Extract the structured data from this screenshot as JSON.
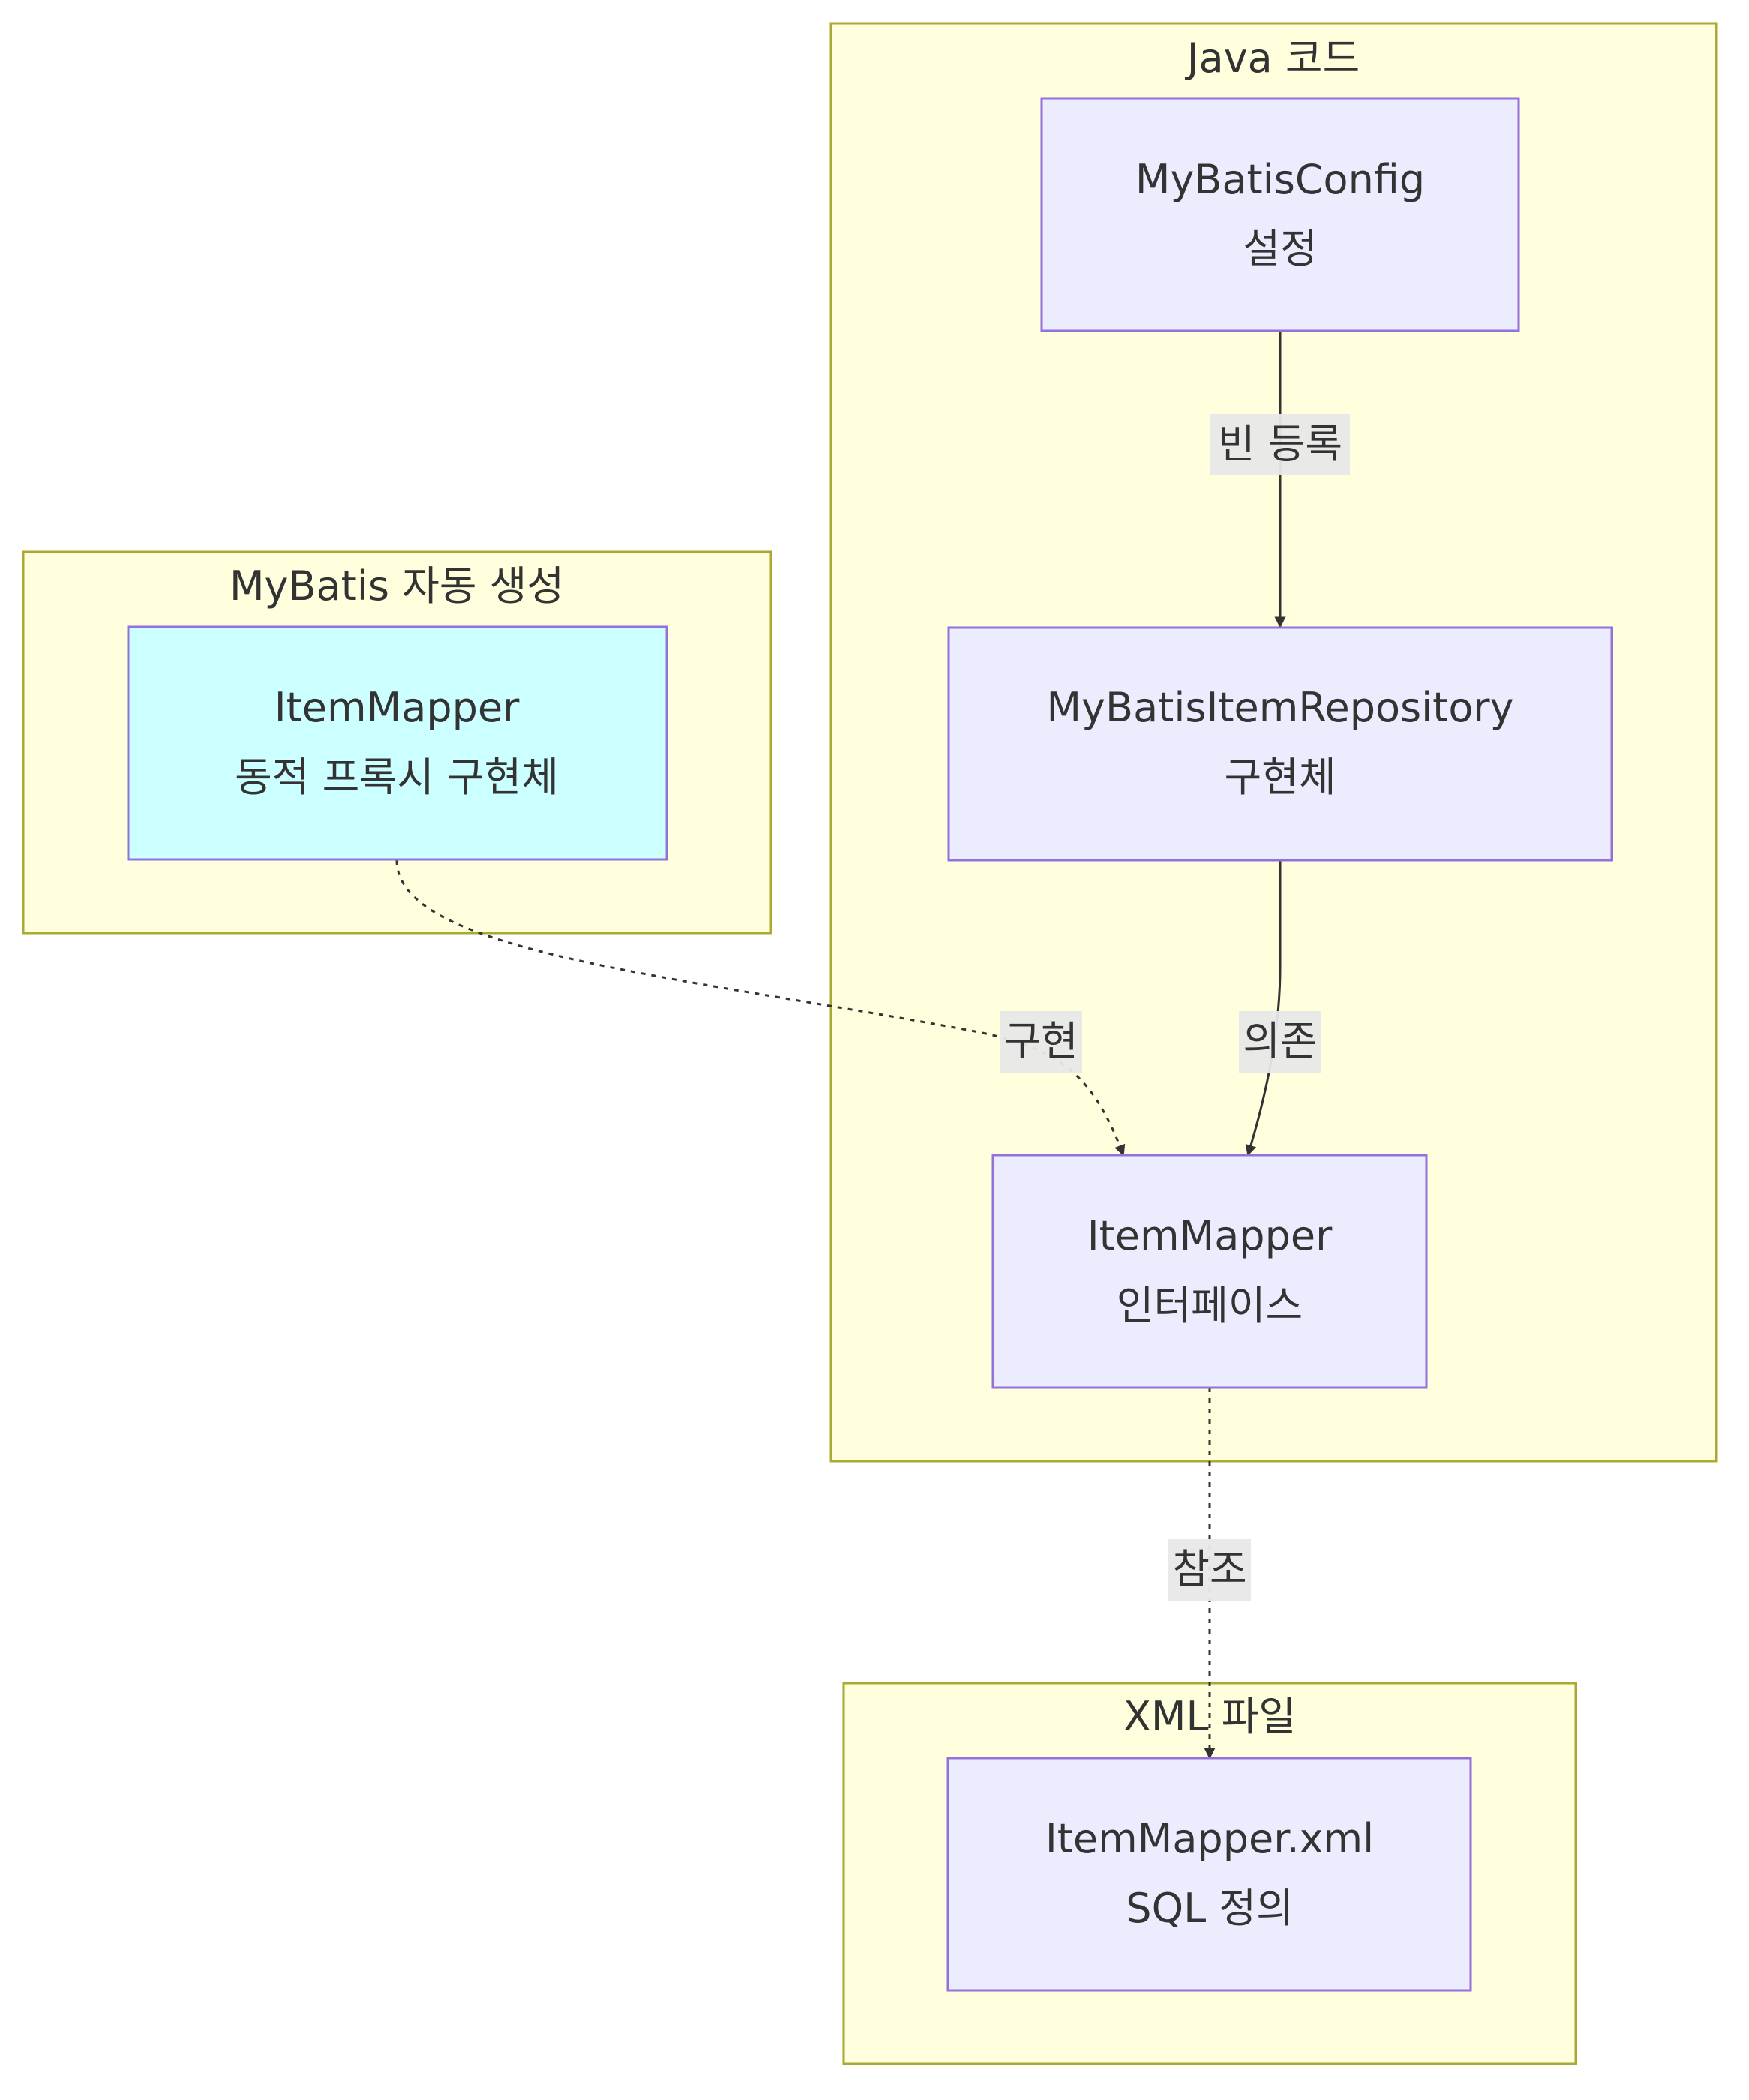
{
  "clusters": {
    "java": {
      "title": "Java 코드"
    },
    "mybatis": {
      "title": "MyBatis 자동 생성"
    },
    "xml": {
      "title": "XML 파일"
    }
  },
  "nodes": {
    "config": {
      "line1": "MyBatisConfig",
      "line2": "설정"
    },
    "repository": {
      "line1": "MyBatisItemRepository",
      "line2": "구현체"
    },
    "mapper_interface": {
      "line1": "ItemMapper",
      "line2": "인터페이스"
    },
    "mapper_proxy": {
      "line1": "ItemMapper",
      "line2": "동적 프록시 구현체"
    },
    "mapper_xml": {
      "line1": "ItemMapper.xml",
      "line2": "SQL 정의"
    }
  },
  "edges": {
    "register": {
      "label": "빈 등록"
    },
    "depends": {
      "label": "의존"
    },
    "implements": {
      "label": "구현"
    },
    "references": {
      "label": "참조"
    }
  },
  "colors": {
    "cluster_fill": "#ffffde",
    "cluster_stroke": "#aaaa33",
    "node_fill": "#ececff",
    "node_proxy_fill": "#ccffff",
    "node_stroke": "#9370db",
    "edge": "#333333",
    "label_bg": "#e8e8e8"
  }
}
